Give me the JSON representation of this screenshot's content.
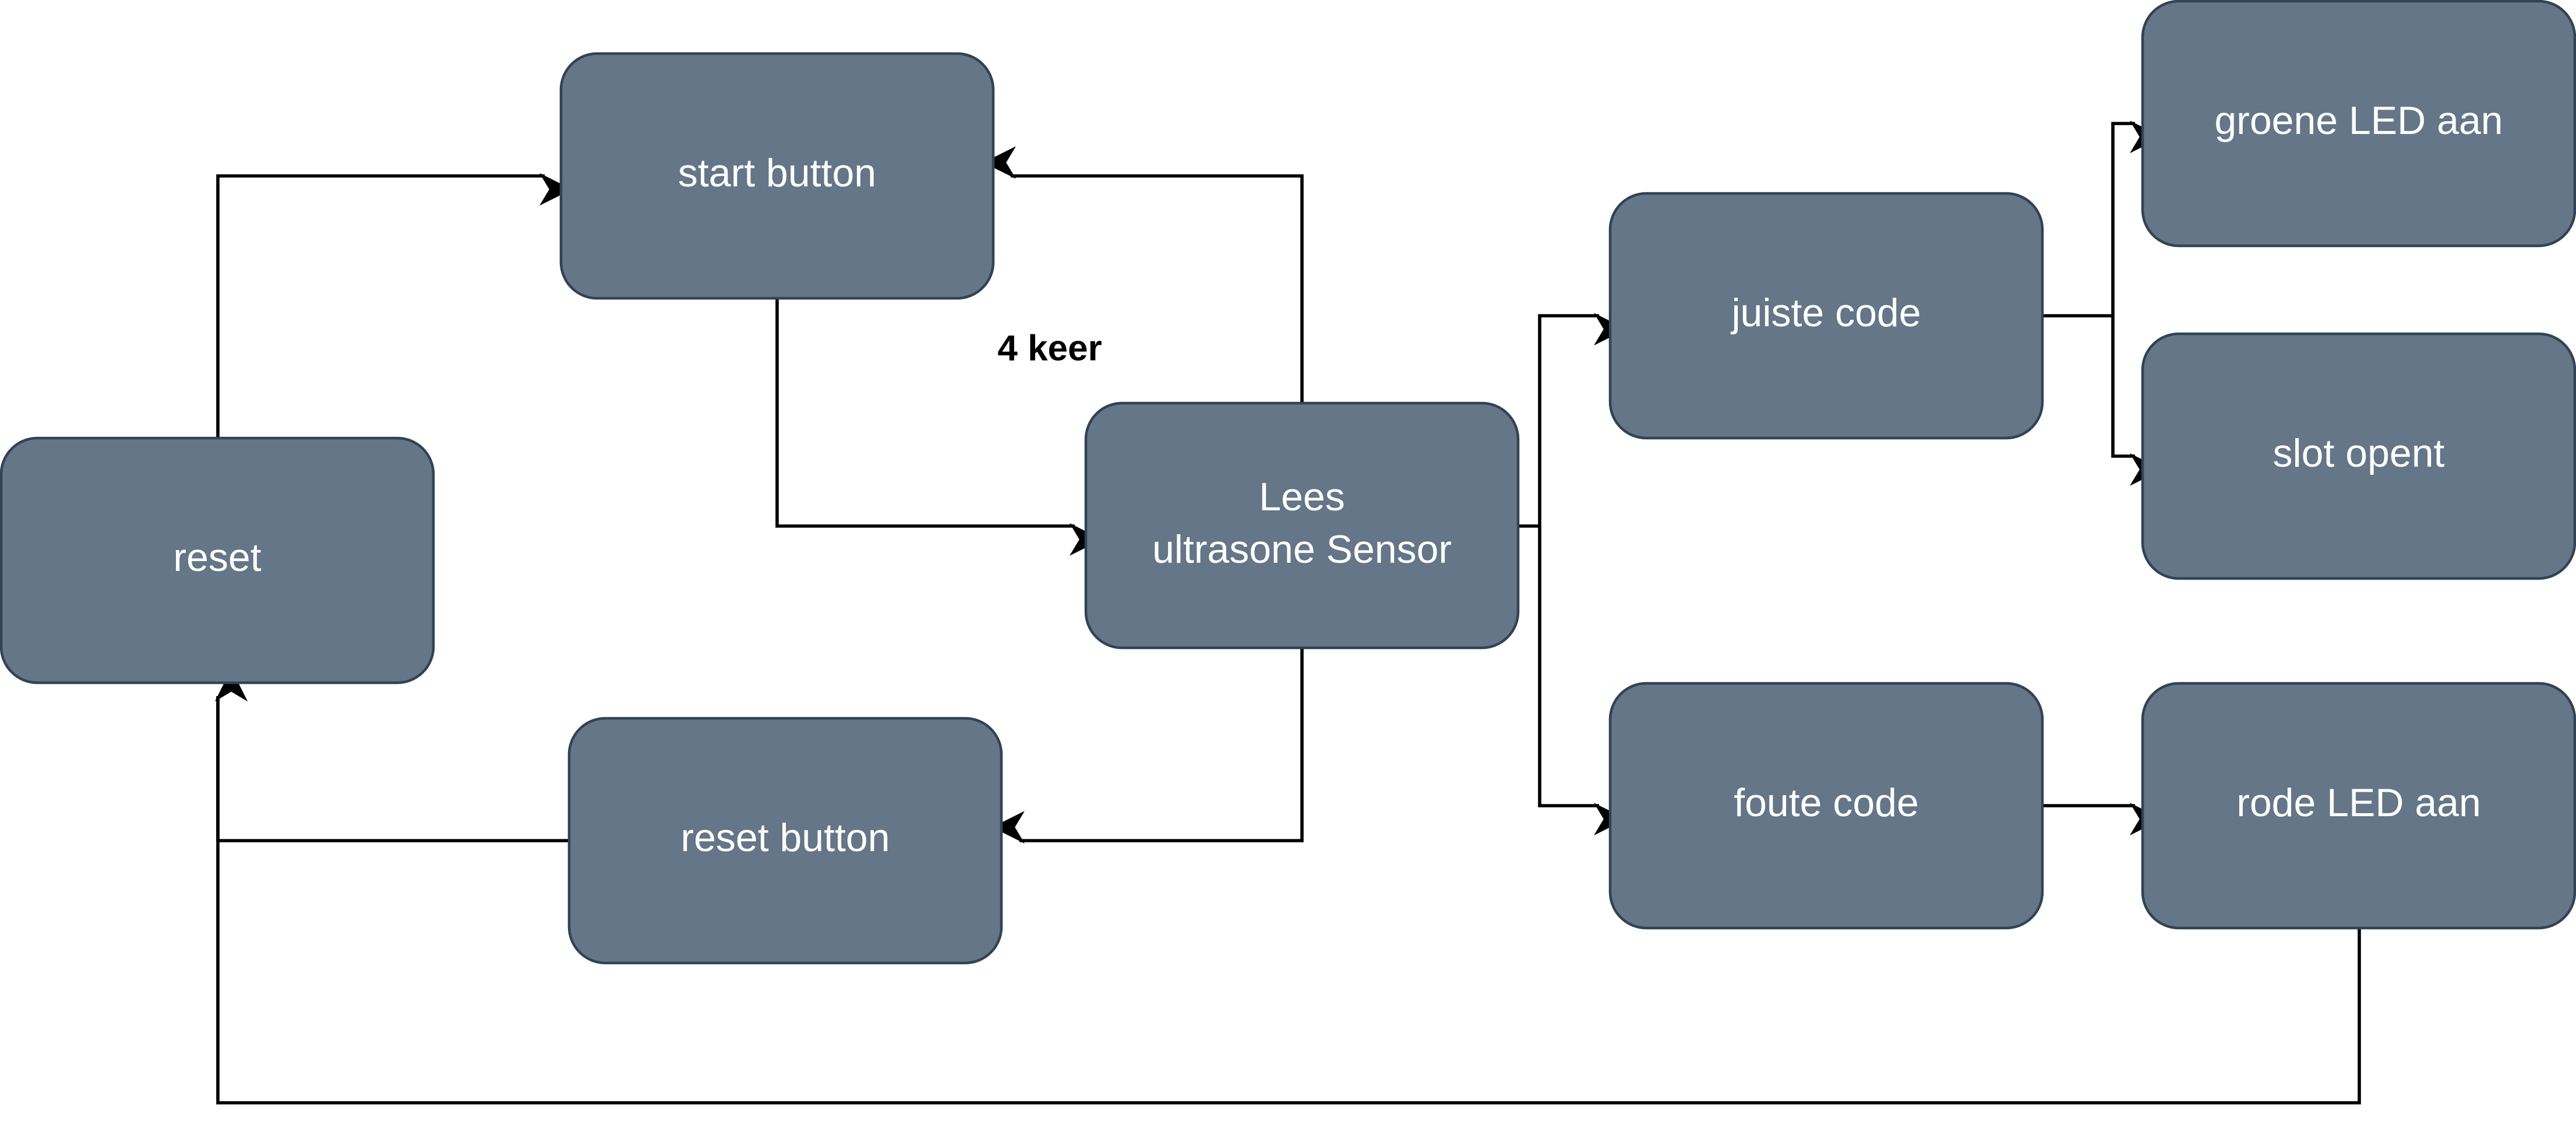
{
  "diagram": {
    "nodes": {
      "reset": {
        "label": "reset"
      },
      "start_button": {
        "label": "start button"
      },
      "sensor": {
        "line1": "Lees",
        "line2": "ultrasone Sensor"
      },
      "reset_button": {
        "label": "reset button"
      },
      "juiste_code": {
        "label": "juiste code"
      },
      "foute_code": {
        "label": "foute code"
      },
      "groene_led": {
        "label": "groene LED aan"
      },
      "slot_opent": {
        "label": "slot opent"
      },
      "rode_led": {
        "label": "rode LED aan"
      }
    },
    "edge_labels": {
      "loop_count": "4 keer"
    },
    "colors": {
      "node_fill": "#647687",
      "node_stroke": "#314354",
      "edge": "#000000"
    }
  }
}
